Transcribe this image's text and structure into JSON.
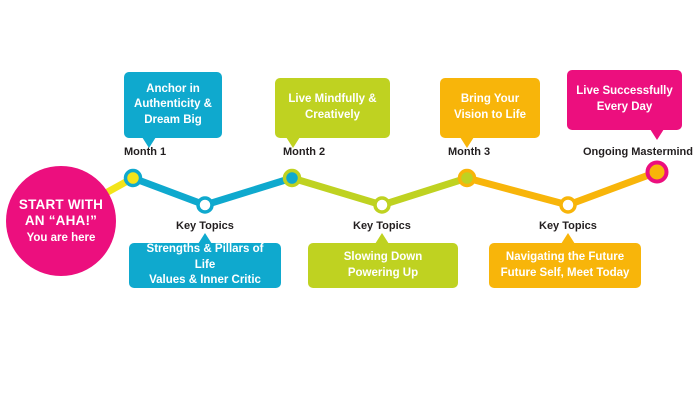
{
  "palette": {
    "cyan": "#0FA9CE",
    "green": "#BFD221",
    "orange": "#F8B50A",
    "pink": "#EC0F7E",
    "yellow": "#F3E41B",
    "white": "#FFFFFF",
    "text_dark": "#231F20"
  },
  "start": {
    "line1": "START WITH",
    "line2": "AN “AHA!”",
    "line3": "You are here"
  },
  "milestones": [
    {
      "label": "Month 1",
      "headline": "Anchor in\nAuthenticity &\nDream Big",
      "headline_lines": [
        "Anchor in",
        "Authenticity &",
        "Dream Big"
      ],
      "color": "#0FA9CE"
    },
    {
      "label": "Month 2",
      "headline_lines": [
        "Live Mindfully &",
        "Creatively"
      ],
      "color": "#BFD221"
    },
    {
      "label": "Month 3",
      "headline_lines": [
        "Bring Your",
        "Vision to Life"
      ],
      "color": "#F8B50A"
    },
    {
      "label": "Ongoing Mastermind",
      "headline_lines": [
        "Live Successfully",
        "Every Day"
      ],
      "color": "#EC0F7E"
    }
  ],
  "key_topics": [
    {
      "label": "Key Topics",
      "lines": [
        "Strengths & Pillars of Life",
        "Values & Inner Critic"
      ],
      "color": "#0FA9CE"
    },
    {
      "label": "Key Topics",
      "lines": [
        "Slowing Down",
        "Powering Up"
      ],
      "color": "#BFD221"
    },
    {
      "label": "Key Topics",
      "lines": [
        "Navigating the Future",
        "Future Self, Meet Today"
      ],
      "color": "#F8B50A"
    }
  ],
  "nodes": [
    {
      "name": "month-1",
      "fill": "#F3E41B",
      "ring": "#0FA9CE"
    },
    {
      "name": "key-topics-1",
      "fill": "#FFFFFF",
      "ring": "#0FA9CE"
    },
    {
      "name": "month-2",
      "fill": "#0FA9CE",
      "ring": "#BFD221"
    },
    {
      "name": "key-topics-2",
      "fill": "#FFFFFF",
      "ring": "#BFD221"
    },
    {
      "name": "month-3",
      "fill": "#BFD221",
      "ring": "#F8B50A"
    },
    {
      "name": "key-topics-3",
      "fill": "#FFFFFF",
      "ring": "#F8B50A"
    },
    {
      "name": "ongoing-mastermind",
      "fill": "#F8B50A",
      "ring": "#EC0F7E"
    }
  ]
}
